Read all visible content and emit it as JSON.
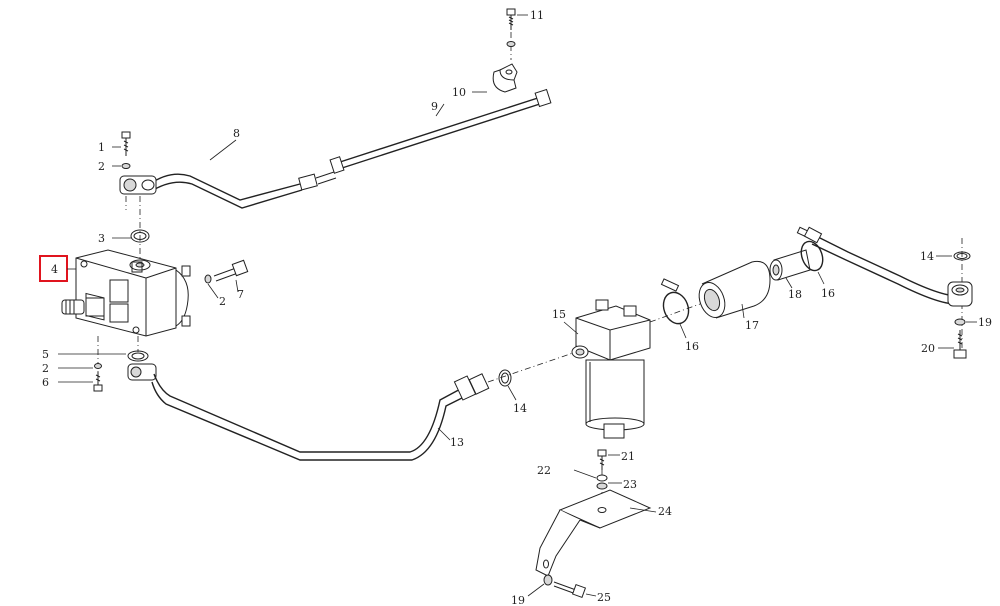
{
  "callouts": {
    "n1": "1",
    "n2a": "2",
    "n3": "3",
    "n4": "4",
    "n5": "5",
    "n2b": "2",
    "n6": "6",
    "n2c": "2",
    "n7": "7",
    "n8": "8",
    "n9": "9",
    "n10": "10",
    "n11": "11",
    "n13": "13",
    "n14a": "14",
    "n14b": "14",
    "n15": "15",
    "n16a": "16",
    "n16b": "16",
    "n17": "17",
    "n18": "18",
    "n19a": "19",
    "n19b": "19",
    "n20": "20",
    "n21": "21",
    "n22": "22",
    "n23": "23",
    "n24": "24",
    "n25": "25"
  },
  "highlight": {
    "part": "4",
    "color": "#e0141e"
  }
}
